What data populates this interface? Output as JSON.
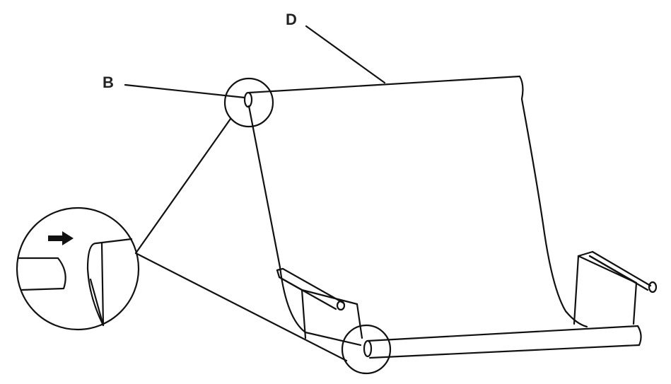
{
  "figure": {
    "labels": [
      {
        "id": "B",
        "text": "B"
      },
      {
        "id": "D",
        "text": "D"
      }
    ],
    "colors": {
      "stroke": "#111111",
      "background": "#ffffff"
    }
  }
}
